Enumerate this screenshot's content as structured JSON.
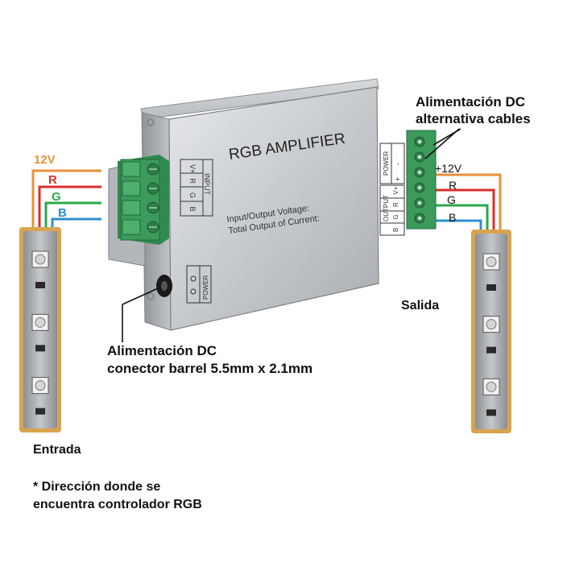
{
  "device": {
    "title": "RGB AMPLIFIER",
    "spec_line1": "Input/Output Voltage:",
    "spec_line2": "Total Output of Current:",
    "input_block": "INPUT",
    "input_pins": [
      "V+",
      "R",
      "G",
      "B"
    ],
    "output_block": "OUTPUT",
    "output_pins": [
      "B",
      "G",
      "R",
      "V+"
    ],
    "power_block": "POWER",
    "power_pins": [
      "+",
      "-"
    ],
    "barrel_block": "POWER"
  },
  "input_wires": [
    {
      "label": "12V",
      "color": "#e8913a"
    },
    {
      "label": "R",
      "color": "#d9302a"
    },
    {
      "label": "G",
      "color": "#2aa84a"
    },
    {
      "label": "B",
      "color": "#2f8fd0"
    }
  ],
  "output_wires": [
    {
      "label": "+12V",
      "color": "#e8913a"
    },
    {
      "label": "R",
      "color": "#d9302a"
    },
    {
      "label": "G",
      "color": "#2aa84a"
    },
    {
      "label": "B",
      "color": "#2f8fd0"
    }
  ],
  "labels": {
    "alt_power_line1": "Alimentación DC",
    "alt_power_line2": "alternativa cables",
    "barrel_line1": "Alimentación DC",
    "barrel_line2": "conector barrel 5.5mm x 2.1mm",
    "output": "Salida",
    "input": "Entrada",
    "note_line1": "* Dirección donde se",
    "note_line2": "encuentra controlador RGB"
  },
  "colors": {
    "terminal_green": "#3c9b5c",
    "strip_base": "#d9a44e",
    "casing": "#c9cccf"
  }
}
